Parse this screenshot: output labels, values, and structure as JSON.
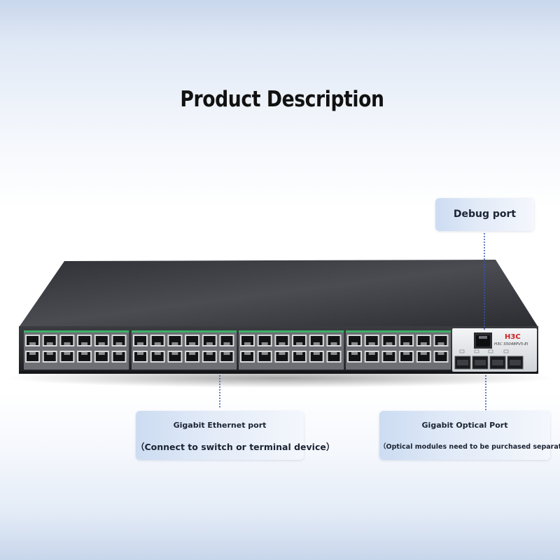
{
  "page": {
    "title": "Product Description"
  },
  "callouts": {
    "debug": {
      "label": "Debug port"
    },
    "ethernet": {
      "title": "Gigabit Ethernet port",
      "description": "（Connect to switch or terminal device）"
    },
    "optical": {
      "title": "Gigabit Optical Port",
      "description": "（Optical modules need to be purchased separately）"
    }
  },
  "device": {
    "brand": "H3C",
    "model": "H3C  S5048PV5-EI",
    "ethernet_port_count": 48,
    "sfp_port_count": 4
  },
  "colors": {
    "chassis": "#3a3c41",
    "panel": "#26282c",
    "port_led": "#3fae6a",
    "brand": "#cc2222",
    "connector_line": "#3a54b0"
  }
}
